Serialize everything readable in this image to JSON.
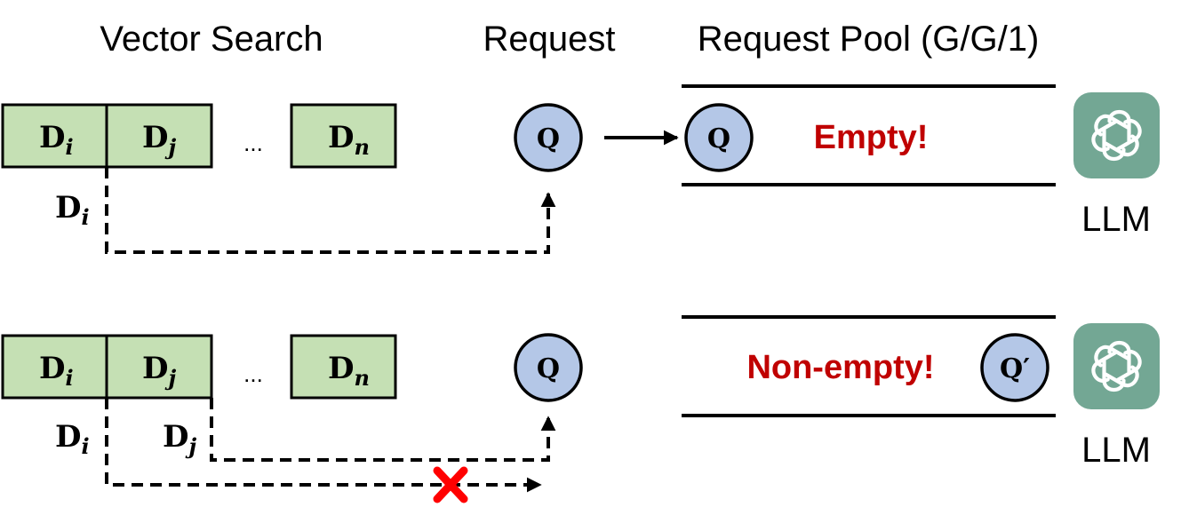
{
  "headers": {
    "vector_search": "Vector Search",
    "request": "Request",
    "request_pool": "Request Pool (G/G/1)"
  },
  "documents": {
    "d_i": {
      "base": "D",
      "sub": "i"
    },
    "d_j": {
      "base": "D",
      "sub": "j"
    },
    "d_n": {
      "base": "D",
      "sub": "n"
    },
    "ellipsis": "..."
  },
  "request_label": "Q",
  "queued_request_label": "Q′",
  "status": {
    "empty": "Empty!",
    "non_empty": "Non-empty!"
  },
  "llm_label": "LLM",
  "colors": {
    "doc_fill": "#c5e0b4",
    "request_fill": "#b4c7e7",
    "status_text": "#c00000",
    "cross": "#ff0000",
    "llm_icon_bg": "#73a794",
    "line": "#000000"
  },
  "icons": {
    "llm": "openai-logo-icon",
    "blocked": "red-cross-icon"
  }
}
